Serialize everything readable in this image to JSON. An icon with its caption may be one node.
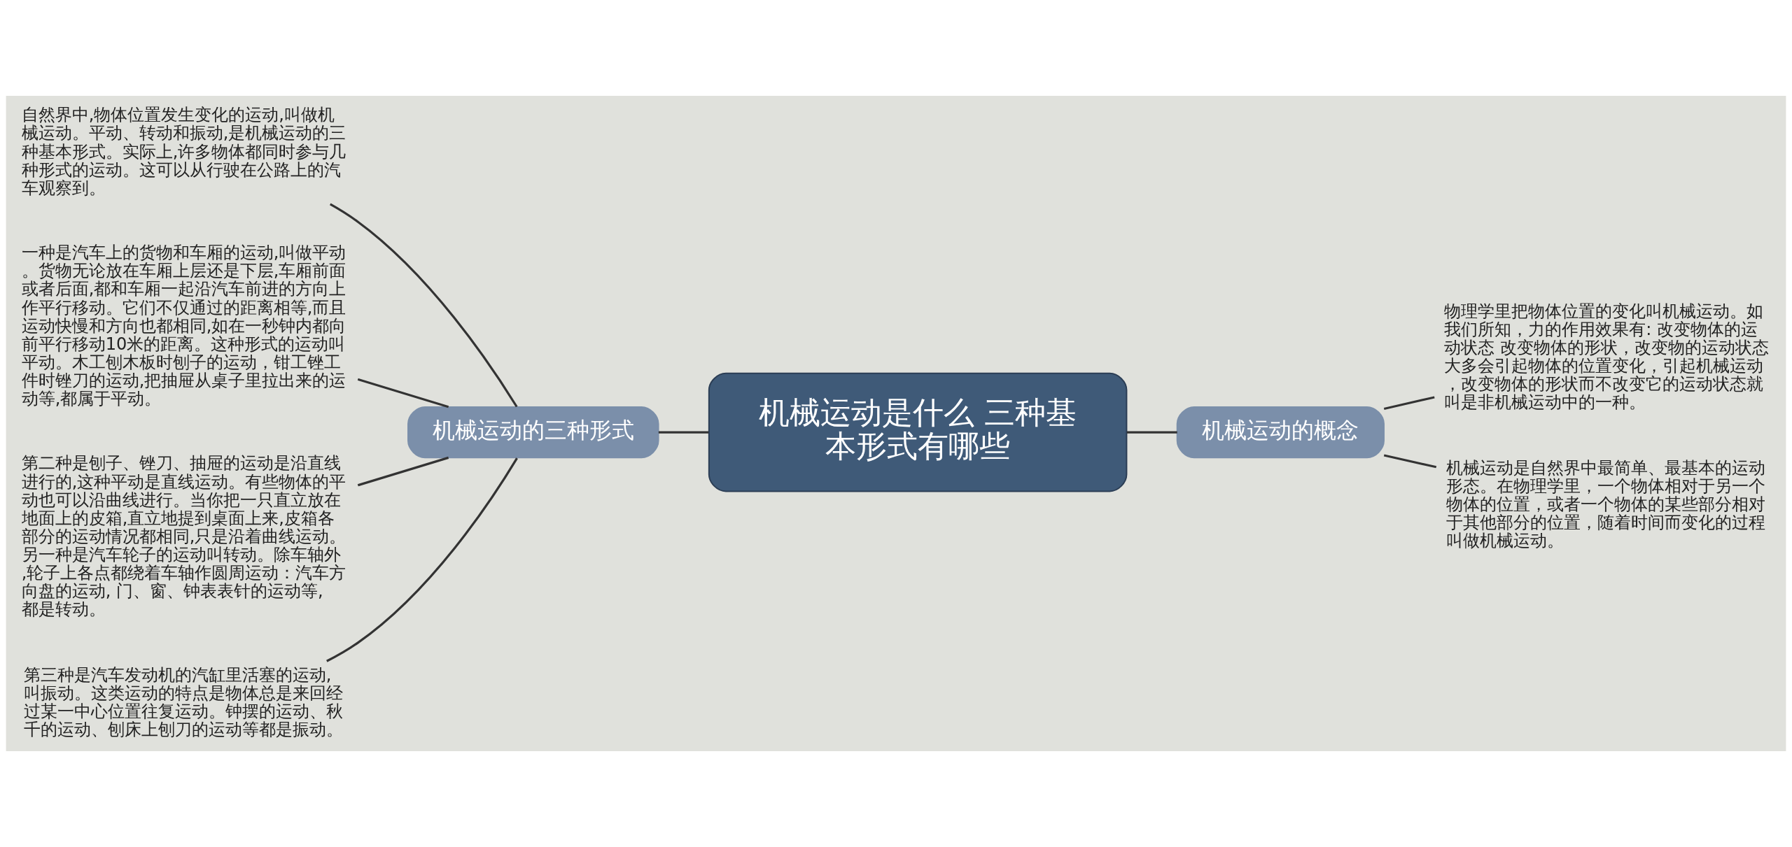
{
  "diagram": {
    "nodes": [
      {
        "text": [
          "机械运动是什么 三种基本形式有哪些"
        ]
      },
      {
        "text": [
          "机械运动的三种形式"
        ]
      },
      {
        "text": [
          "自然界中,物体位置发生变化的运动,叫做机械运动。平动、转动和振动,是机械运动的三种基本形式。实际上,许多物体都同时参与几种形式的运动。这可以从行驶在公路上的汽车观察到。"
        ]
      },
      {
        "text": [
          "一种是汽车上的货物和车厢的运动,叫做平动。货物无论放在车厢上层还是下层,车厢前面或者后面,都和车厢一起沿汽车前进的方向上作平行移动。它们不仅通过的距离相等,而且运动快慢和方向也都相同,如在一秒钟内都向前平行移动10米的距离。这种形式的运动叫平动。木工刨木板时刨子的运动，钳工锉工件时锉刀的运动,把抽屉从桌子里拉出来的运动等,都属于平动。"
        ]
      },
      {
        "text": [
          "第二种是刨子、锉刀、抽屉的运动是沿直线进行的,这种平动是直线运动。有些物体的平动也可以沿曲线进行。当你把一只直立放在地面上的皮箱,直立地提到桌面上来,皮箱各部分的运动情况都相同,只是沿着曲线运动。另一种是汽车轮子的运动叫转动。除车轴外,轮子上各点都绕着车轴作圆周运动：汽车方向盘的运动, 门、窗、钟表表针的运动等, 都是转动。"
        ]
      },
      {
        "text": [
          "第三种是汽车发动机的汽缸里活塞的运动, 叫振动。这类运动的特点是物体总是来回经过某一中心位置往复运动。钟摆的运动、秋千的运动、刨床上刨刀的运动等都是振动。"
        ]
      },
      {
        "text": [
          "机械运动的概念"
        ]
      },
      {
        "text": [
          "物理学里把物体位置的变化叫机械运动。如我们所知，力的作用效果有: 改变物体的运动状态 改变物体的形状，改变物的运动状态大多会引起物体的位置变化，引起机械运动，改变物体的形状而不改变它的运动状态就叫是非机械运动中的一种。"
        ]
      },
      {
        "text": [
          "机械运动是自然界中最简单、最基本的运动形态。在物理学里，一个物体相对于另一个物体的位置，或者一个物体的某些部分相对于其他部分的位置，随着时间而变化的过程叫做机械运动。"
        ]
      }
    ],
    "edges": [
      {
        "from": 0,
        "to": 1,
        "arrow": "none"
      },
      {
        "from": 1,
        "to": 2,
        "arrow": "none"
      },
      {
        "from": 1,
        "to": 3,
        "arrow": "none"
      },
      {
        "from": 1,
        "to": 4,
        "arrow": "none"
      },
      {
        "from": 1,
        "to": 5,
        "arrow": "none"
      },
      {
        "from": 0,
        "to": 6,
        "arrow": "none"
      },
      {
        "from": 6,
        "to": 7,
        "arrow": "none"
      },
      {
        "from": 6,
        "to": 8,
        "arrow": "none"
      }
    ]
  }
}
